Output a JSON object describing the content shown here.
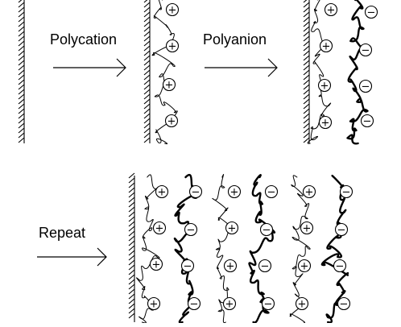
{
  "labels": {
    "step1": "Polycation",
    "step2": "Polyanion",
    "step3": "Repeat"
  },
  "charge_symbols": {
    "positive": "+",
    "negative": "−"
  },
  "colors": {
    "ink": "#000000",
    "background": "#ffffff"
  }
}
